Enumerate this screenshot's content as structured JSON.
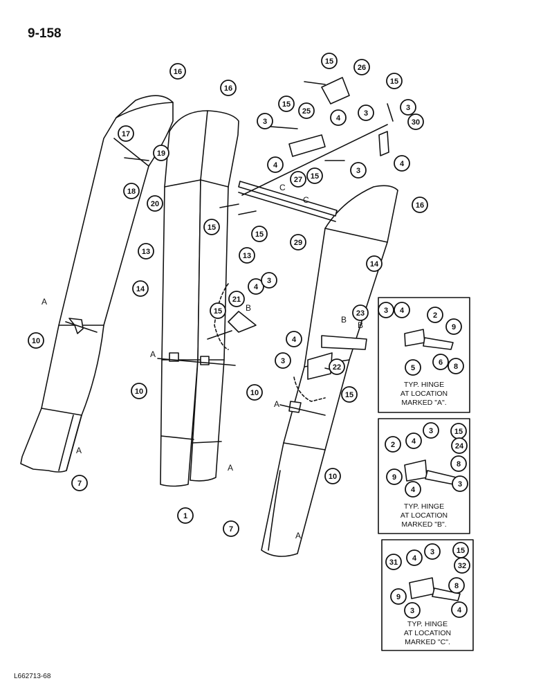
{
  "page_number": "9-158",
  "footer_code": "L662713-68",
  "callouts": {
    "c1": "1",
    "c2": "2",
    "c3": "3",
    "c4": "4",
    "c5": "5",
    "c6": "6",
    "c7": "7",
    "c8": "8",
    "c9": "9",
    "c10": "10",
    "c13": "13",
    "c14": "14",
    "c15": "15",
    "c16": "16",
    "c17": "17",
    "c18": "18",
    "c19": "19",
    "c20": "20",
    "c21": "21",
    "c22": "22",
    "c23": "23",
    "c24": "24",
    "c25": "25",
    "c26": "26",
    "c27": "27",
    "c29": "29",
    "c30": "30",
    "c31": "31",
    "c32": "32"
  },
  "location_letters": {
    "a": "A",
    "b": "B",
    "c": "C"
  },
  "insets": {
    "a": {
      "line1": "TYP. HINGE",
      "line2": "AT LOCATION",
      "line3": "MARKED \"A\"."
    },
    "b": {
      "line1": "TYP. HINGE",
      "line2": "AT LOCATION",
      "line3": "MARKED \"B\"."
    },
    "c": {
      "line1": "TYP. HINGE",
      "line2": "AT LOCATION",
      "line3": "MARKED \"C\"."
    }
  }
}
